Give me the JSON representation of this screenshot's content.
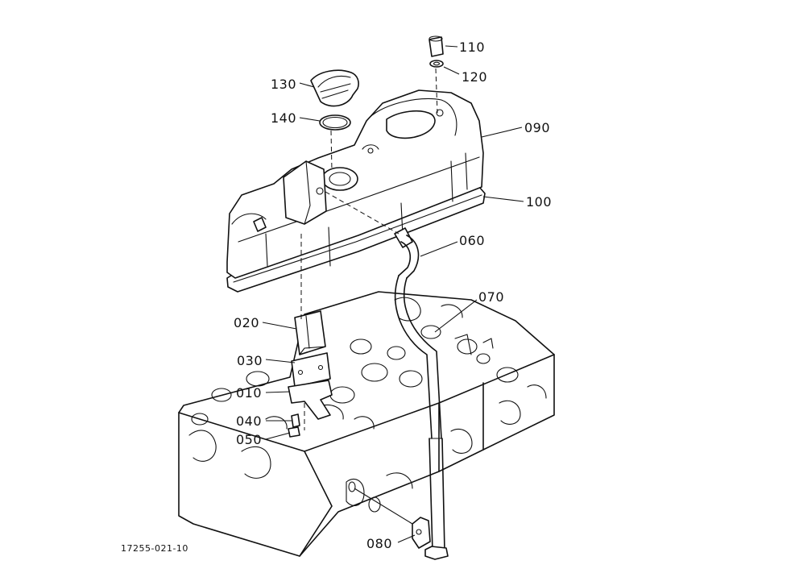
{
  "figure": {
    "id": "17255-021-10"
  },
  "callouts": {
    "p110": "110",
    "p120": "120",
    "p130": "130",
    "p140": "140",
    "p090": "090",
    "p100": "100",
    "p060": "060",
    "p070": "070",
    "p020": "020",
    "p030": "030",
    "p010": "010",
    "p040": "040",
    "p050": "050",
    "p080": "080"
  }
}
